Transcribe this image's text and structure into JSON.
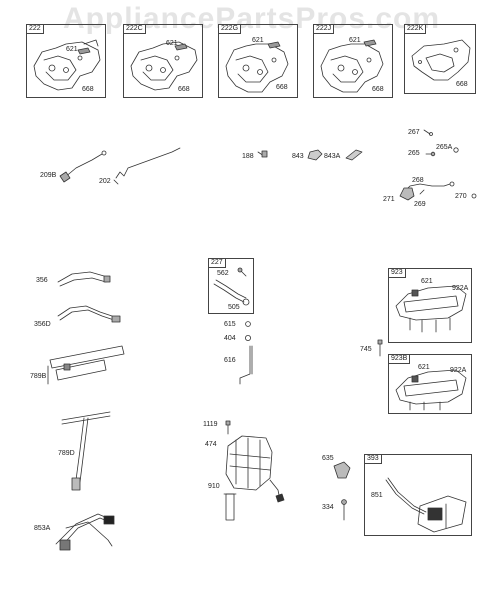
{
  "watermark": "AppliancePartsPros.com",
  "boxes": {
    "b222": "222",
    "b222C": "222C",
    "b222G": "222G",
    "b222J": "222J",
    "b222K": "222K",
    "b227": "227",
    "b923": "923",
    "b923B": "923B",
    "b393": "393"
  },
  "labels": {
    "l621a": "621",
    "l668a": "668",
    "l621b": "621",
    "l668b": "668",
    "l621c": "621",
    "l668c": "668",
    "l621d": "621",
    "l668d": "668",
    "l668e": "668",
    "l209B": "209B",
    "l202": "202",
    "l188": "188",
    "l843": "843",
    "l843A": "843A",
    "l267": "267",
    "l265": "265",
    "l265A": "265A",
    "l268": "268",
    "l271": "271",
    "l269": "269",
    "l270": "270",
    "l356": "356",
    "l356D": "356D",
    "l789B": "789B",
    "l789D": "789D",
    "l853A": "853A",
    "l562": "562",
    "l505": "505",
    "l615": "615",
    "l404": "404",
    "l616": "616",
    "l745": "745",
    "l621e": "621",
    "l922Aa": "922A",
    "l621f": "621",
    "l922Ab": "922A",
    "l1119": "1119",
    "l474": "474",
    "l910": "910",
    "l635": "635",
    "l334": "334",
    "l851": "851"
  }
}
